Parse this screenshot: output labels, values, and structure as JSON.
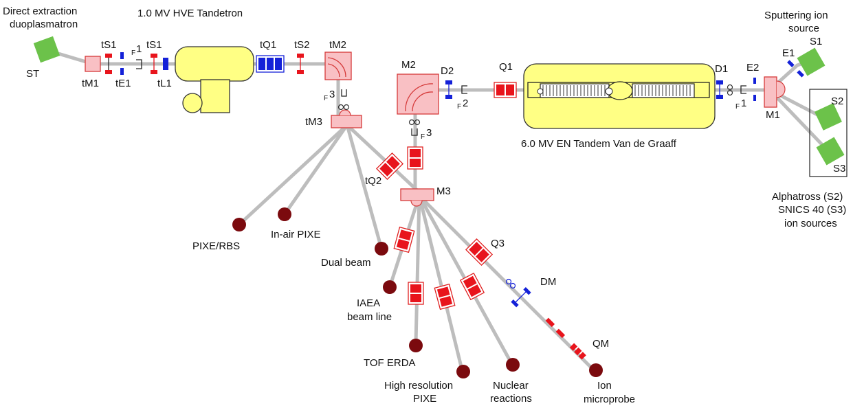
{
  "labels": {
    "hve_title": "1.0 MV HVE Tandetron",
    "en_title": "6.0 MV EN Tandem Van de Graaff",
    "duo_line1": "Direct extraction",
    "duo_line2": "duoplasmatron",
    "sputter_line1": "Sputtering ion",
    "sputter_line2": "source",
    "alpha_line1": "Alphatross (S2)",
    "alpha_line2": "SNICS 40 (S3)",
    "alpha_line3": "ion sources",
    "ST": "ST",
    "tM1": "tM1",
    "tS1a": "tS1",
    "tE1": "tE1",
    "tF": "F",
    "tF_num": "1",
    "tS1b": "tS1",
    "tL1": "tL1",
    "tQ1": "tQ1",
    "tS2": "tS2",
    "tM2": "tM2",
    "tF3_f": "F",
    "tF3_num": "3",
    "tM3": "tM3",
    "M2": "M2",
    "D2": "D2",
    "F2_f": "F",
    "F2_num": "2",
    "Q1": "Q1",
    "F3_f": "F",
    "F3_num": "3",
    "tQ2": "tQ2",
    "M3": "M3",
    "Q3": "Q3",
    "DM": "DM",
    "QM": "QM",
    "D1": "D1",
    "E2": "E2",
    "F1_f": "F",
    "F1_num": "1",
    "E1": "E1",
    "S1": "S1",
    "S2": "S2",
    "S3": "S3",
    "M1": "M1",
    "pixe_rbs": "PIXE/RBS",
    "inair": "In-air PIXE",
    "dual": "Dual beam",
    "iaea1": "IAEA",
    "iaea2": "beam line",
    "tof": "TOF ERDA",
    "hr1": "High resolution",
    "hr2": "PIXE",
    "nr1": "Nuclear",
    "nr2": "reactions",
    "ion1": "Ion",
    "ion2": "microprobe"
  },
  "colors": {
    "beamline": "#bdbdbd",
    "accelerator": "#ffff84",
    "magnet": "#f9c0c4",
    "quadrupole": "#e8141c",
    "steerer": "#1421d8",
    "ion_source": "#6cc24a",
    "end_station": "#7b0a0e"
  }
}
